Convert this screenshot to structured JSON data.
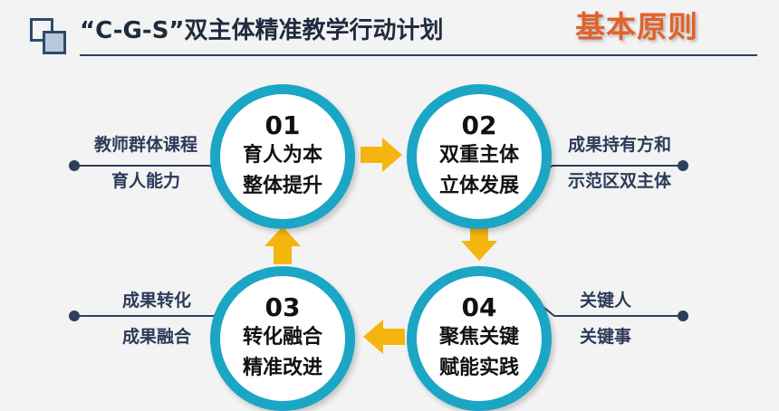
{
  "header": {
    "title": "“C-G-S”双主体精准教学行动计划",
    "section_tag": "基本原则"
  },
  "steps": [
    {
      "num": "01",
      "line1": "育人为本",
      "line2": "整体提升"
    },
    {
      "num": "02",
      "line1": "双重主体",
      "line2": "立体发展"
    },
    {
      "num": "03",
      "line1": "转化融合",
      "line2": "精准改进"
    },
    {
      "num": "04",
      "line1": "聚焦关键",
      "line2": "赋能实践"
    }
  ],
  "side_notes": [
    {
      "line1": "教师群体课程",
      "line2": "育人能力"
    },
    {
      "line1": "成果持有方和",
      "line2": "示范区双主体"
    },
    {
      "line1": "成果转化",
      "line2": "成果融合"
    },
    {
      "line1": "关键人",
      "line2": "关键事"
    }
  ],
  "colors": {
    "circle_border": "#1aa6c4",
    "arrow": "#f5b50f",
    "section_tag": "#e2622a",
    "connector": "#2e3f5c"
  }
}
